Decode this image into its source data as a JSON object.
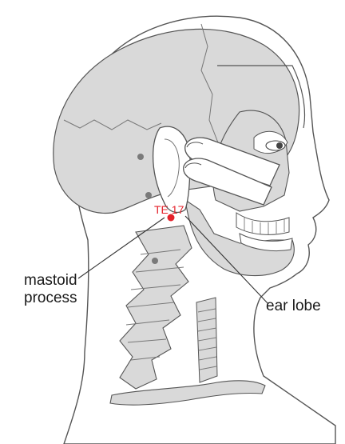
{
  "labels": {
    "point_code": "TE 17",
    "mastoid_line1": "mastoid",
    "mastoid_line2": "process",
    "ear_lobe": "ear lobe"
  },
  "colors": {
    "outline": "#555555",
    "bone_fill": "#d9d9d9",
    "skin_fill": "#ffffff",
    "point": "#e5222b",
    "marker": "#7a7a7a"
  }
}
